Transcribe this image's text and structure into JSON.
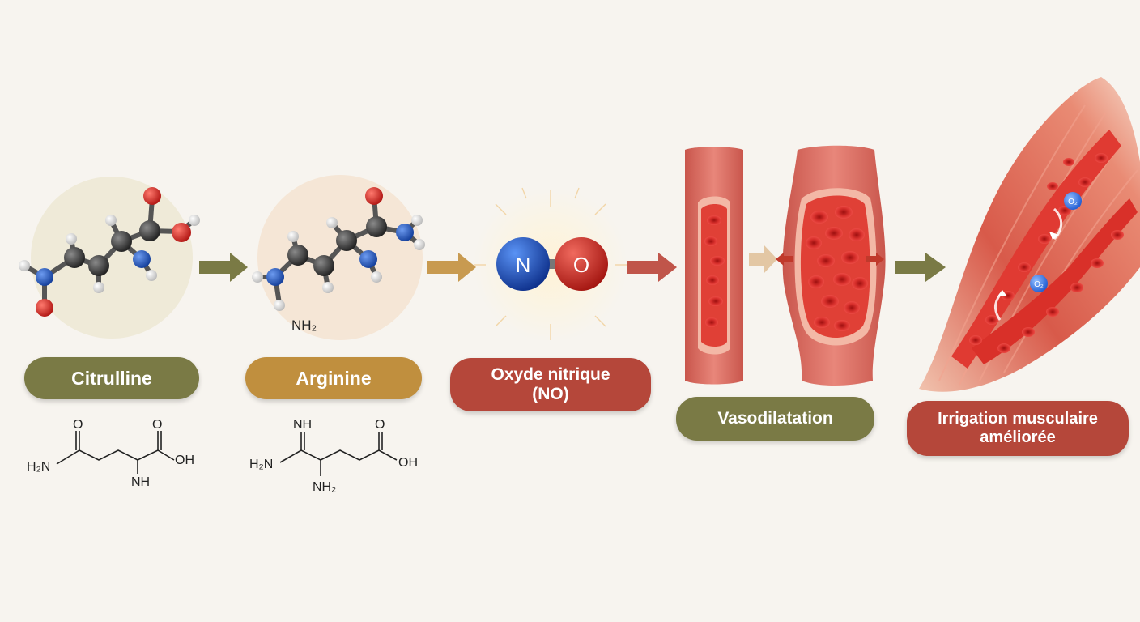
{
  "steps": [
    {
      "label": "Citrulline",
      "color": "#7a7a45"
    },
    {
      "label": "Arginine",
      "color": "#c08f3e"
    },
    {
      "label": "Oxyde nitrique\n(NO)",
      "color": "#b5473a"
    },
    {
      "label": "Vasodilatation",
      "color": "#7a7a45"
    },
    {
      "label": "Irrigation musculaire\naméliorée",
      "color": "#b5473a"
    }
  ],
  "molecule_labels": {
    "arginine_nh2": "NH₂",
    "no_n": "N",
    "no_o": "O",
    "o2_a": "O₂",
    "o2_b": "O₂"
  },
  "citrulline_formula": {
    "o_left": "O",
    "o_right": "O",
    "h2n": "H₂N",
    "oh": "OH",
    "nh": "NH"
  },
  "arginine_formula": {
    "nh_top": "NH",
    "h2n": "H₂N",
    "o_right": "O",
    "oh": "OH",
    "nh2": "NH₂"
  },
  "arrow_colors": [
    "#7a7a45",
    "#c89a50",
    "#c0554a",
    "#e3c7a4",
    "#7a7a45"
  ],
  "atom_colors": {
    "carbon": "#3a3a3a",
    "nitrogen": "#1f4fb5",
    "oxygen": "#d0201c",
    "hydrogen": "#e6e6e6"
  },
  "blood_color": "#d62d2d"
}
